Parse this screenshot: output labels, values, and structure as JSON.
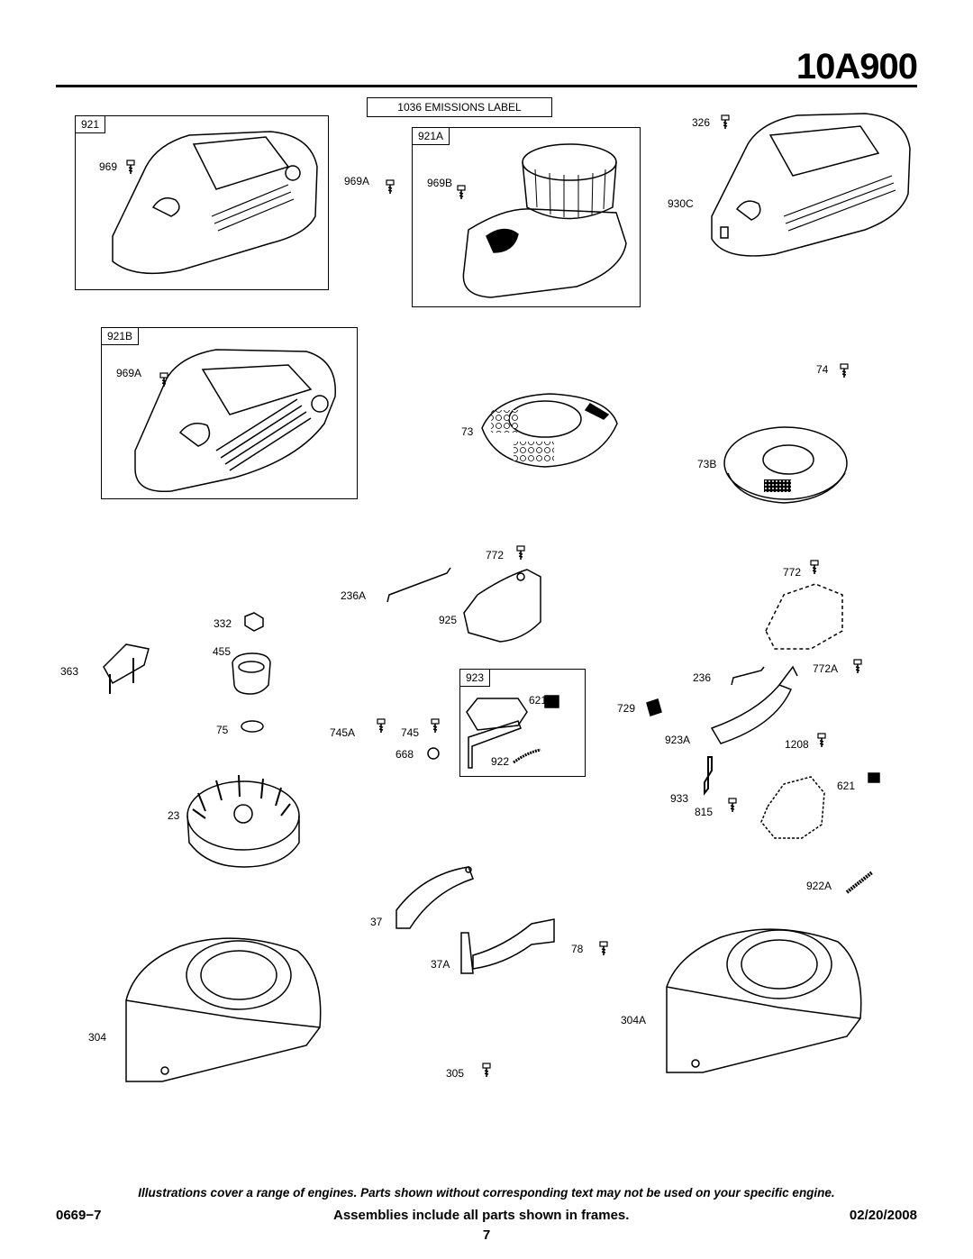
{
  "header": {
    "model": "10A900"
  },
  "emissions_label": "1036 EMISSIONS LABEL",
  "frames": {
    "f921": "921",
    "f921A": "921A",
    "f921B": "921B",
    "f923": "923"
  },
  "parts": {
    "p969": "969",
    "p969A_top": "969A",
    "p969B": "969B",
    "p326": "326",
    "p930C": "930C",
    "p969A_b": "969A",
    "p74": "74",
    "p73": "73",
    "p73B": "73B",
    "p772a": "772",
    "p772b": "772",
    "p236A": "236A",
    "p925": "925",
    "p332": "332",
    "p455": "455",
    "p363": "363",
    "p75": "75",
    "p745A": "745A",
    "p745": "745",
    "p668": "668",
    "p621a": "621",
    "p922": "922",
    "p236": "236",
    "p772A": "772A",
    "p729": "729",
    "p923A": "923A",
    "p1208": "1208",
    "p23": "23",
    "p933": "933",
    "p815": "815",
    "p621b": "621",
    "p922A": "922A",
    "p37": "37",
    "p37A": "37A",
    "p78": "78",
    "p304": "304",
    "p304A": "304A",
    "p305": "305"
  },
  "footer": {
    "note": "Illustrations cover a range of engines. Parts shown without corresponding text may not be used on your specific engine.",
    "code": "0669−7",
    "assemblies": "Assemblies include all parts shown in frames.",
    "date": "02/20/2008",
    "page": "7"
  }
}
